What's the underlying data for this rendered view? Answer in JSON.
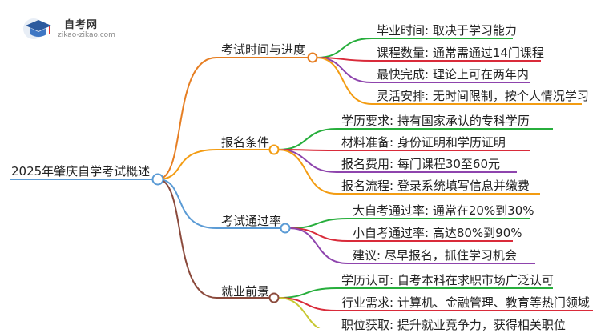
{
  "logo": {
    "title": "自考网",
    "url": "zikao-zikao.com"
  },
  "root": "2025年肇庆自学考试概述",
  "branches": [
    {
      "label": "考试时间与进度",
      "color": "#e67e22",
      "items": [
        {
          "text": "毕业时间: 取决于学习能力",
          "color": "#27ae3c"
        },
        {
          "text": "课程数量: 通常需通过14门课程",
          "color": "#d92b3a"
        },
        {
          "text": "最快完成: 理论上可在两年内",
          "color": "#8e44ad"
        },
        {
          "text": "灵活安排: 无时间限制，按个人情况学习",
          "color": "#f39c12"
        }
      ]
    },
    {
      "label": "报名条件",
      "color": "#f39c12",
      "items": [
        {
          "text": "学历要求: 持有国家承认的专科学历",
          "color": "#27ae3c"
        },
        {
          "text": "材料准备: 身份证明和学历证明",
          "color": "#d92b3a"
        },
        {
          "text": "报名费用: 每门课程30至60元",
          "color": "#8e44ad"
        },
        {
          "text": "报名流程: 登录系统填写信息并缴费",
          "color": "#f39c12"
        }
      ]
    },
    {
      "label": "考试通过率",
      "color": "#5b9bd5",
      "items": [
        {
          "text": "大自考通过率: 通常在20%到30%",
          "color": "#27ae3c"
        },
        {
          "text": "小自考通过率: 高达80%到90%",
          "color": "#d92b3a"
        },
        {
          "text": "建议: 尽早报名，抓住学习机会",
          "color": "#8e44ad"
        }
      ]
    },
    {
      "label": "就业前景",
      "color": "#8b4a3c",
      "items": [
        {
          "text": "学历认可: 自考本科在求职市场广泛认可",
          "color": "#27ae3c"
        },
        {
          "text": "行业需求: 计算机、金融管理、教育等热门领域",
          "color": "#d92b3a"
        },
        {
          "text": "职位获取: 提升就业竞争力，获得相关职位",
          "color": "#c8c832"
        }
      ]
    }
  ]
}
